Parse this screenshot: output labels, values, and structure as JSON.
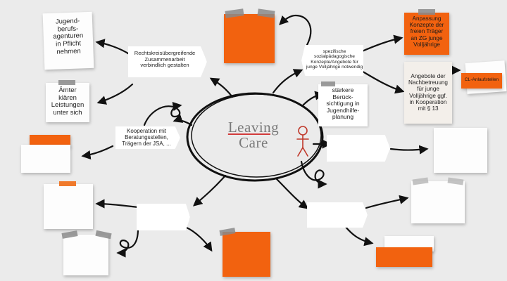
{
  "center": {
    "line1": "Leaving",
    "line2": "Care"
  },
  "nodes": {
    "jugendberufsagenturen": "Jugend-\nberufs-\nagenturen\nin Pflicht\nnehmen",
    "rechtskreis": "Rechtskreisübergreifende\nZusammenarbeit\nverbindlich gestalten",
    "aemter": "Ämter\nklären\nLeistungen\nunter sich",
    "kooperation": "Kooperation mit\nBeratungsstellen,\nTrägern der JSA, ...",
    "spezifische": "spezifische\nsozialpädagogische\nKonzepte/Angebote für\njunge Volljährige notwendig",
    "beruecksichtigung": "stärkere\nBerück-\nsichtigung in\nJugendhilfe-\nplanung",
    "anpassung": "Anpassung\nKonzepte der\nfreien Träger\nan ZG junge\nVolljährige",
    "nachbetreuung": "Angebote der\nNachbetreuung\nfür junge\nVolljährige ggf.\nin Kooperation\nmit § 13",
    "cl_anlaufstellen": "CL-Anlaufstellen"
  },
  "colors": {
    "accent": "#f2620f",
    "ink": "#1a1a1a",
    "background": "#ebebeb"
  }
}
